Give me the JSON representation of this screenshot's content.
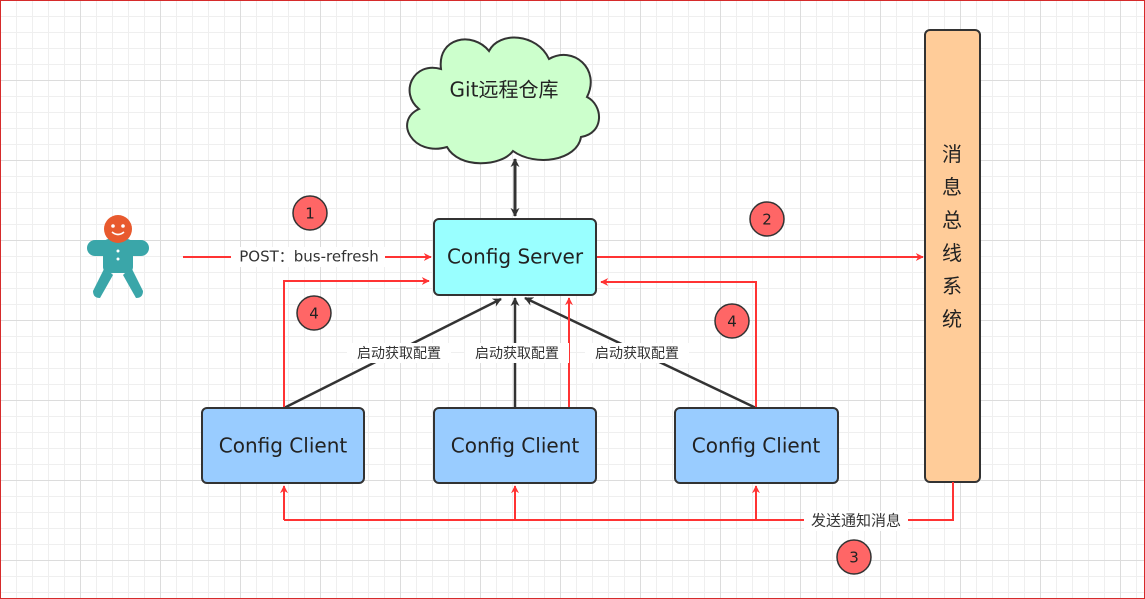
{
  "cloud": {
    "label": "Git远程仓库"
  },
  "server": {
    "label": "Config Server"
  },
  "clients": [
    {
      "label": "Config Client"
    },
    {
      "label": "Config Client"
    },
    {
      "label": "Config Client"
    }
  ],
  "bus": {
    "label": "消息总线系统"
  },
  "edges": {
    "post_label": "POST：bus-refresh",
    "fetch_label": "启动获取配置",
    "notify_label": "发送通知消息"
  },
  "steps": {
    "step1": "1",
    "step2": "2",
    "step3": "3",
    "step4_left": "4",
    "step4_right": "4"
  },
  "colors": {
    "cloud_fill": "#ccffcc",
    "server_fill": "#99ffff",
    "client_fill": "#99ccff",
    "bus_fill": "#ffcc99",
    "badge_fill": "#ff6666",
    "red_arrow": "#ff3333",
    "dark_arrow": "#333333"
  },
  "icons": {
    "actor": "gingerbread-user-icon"
  }
}
